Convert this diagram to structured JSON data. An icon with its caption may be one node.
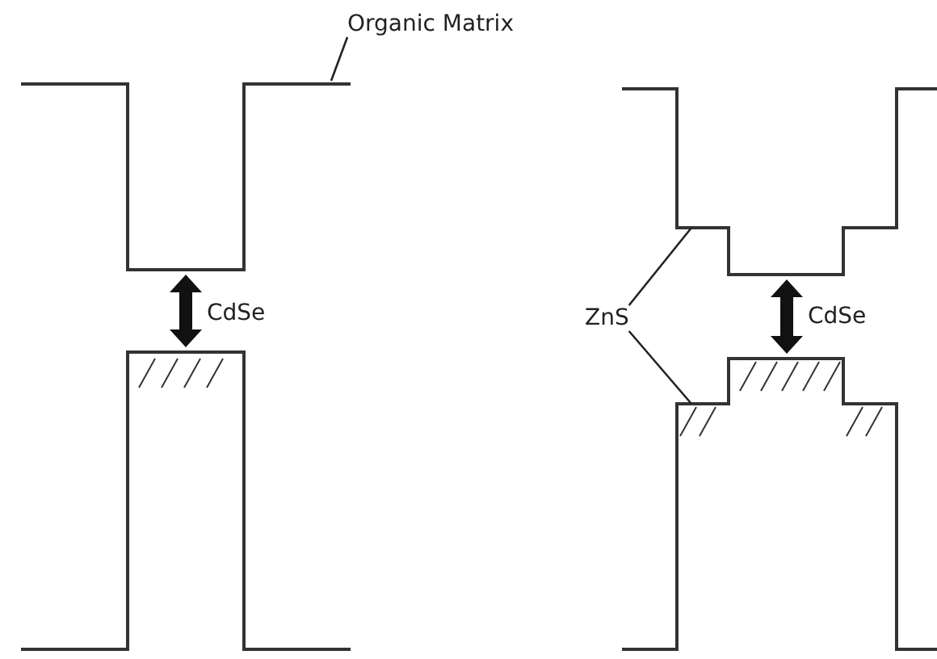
{
  "diagram": {
    "nodes": [
      {
        "text": [
          "Organic Matrix"
        ]
      },
      {
        "text": [
          "ZnS"
        ]
      }
    ],
    "edges": [
      {
        "from": 0,
        "to": null,
        "arrow": "none"
      },
      {
        "from": 1,
        "to": null,
        "arrow": "none"
      },
      {
        "from": 1,
        "to": null,
        "arrow": "none"
      }
    ],
    "labels": [
      "CdSe",
      "CdSe"
    ]
  }
}
